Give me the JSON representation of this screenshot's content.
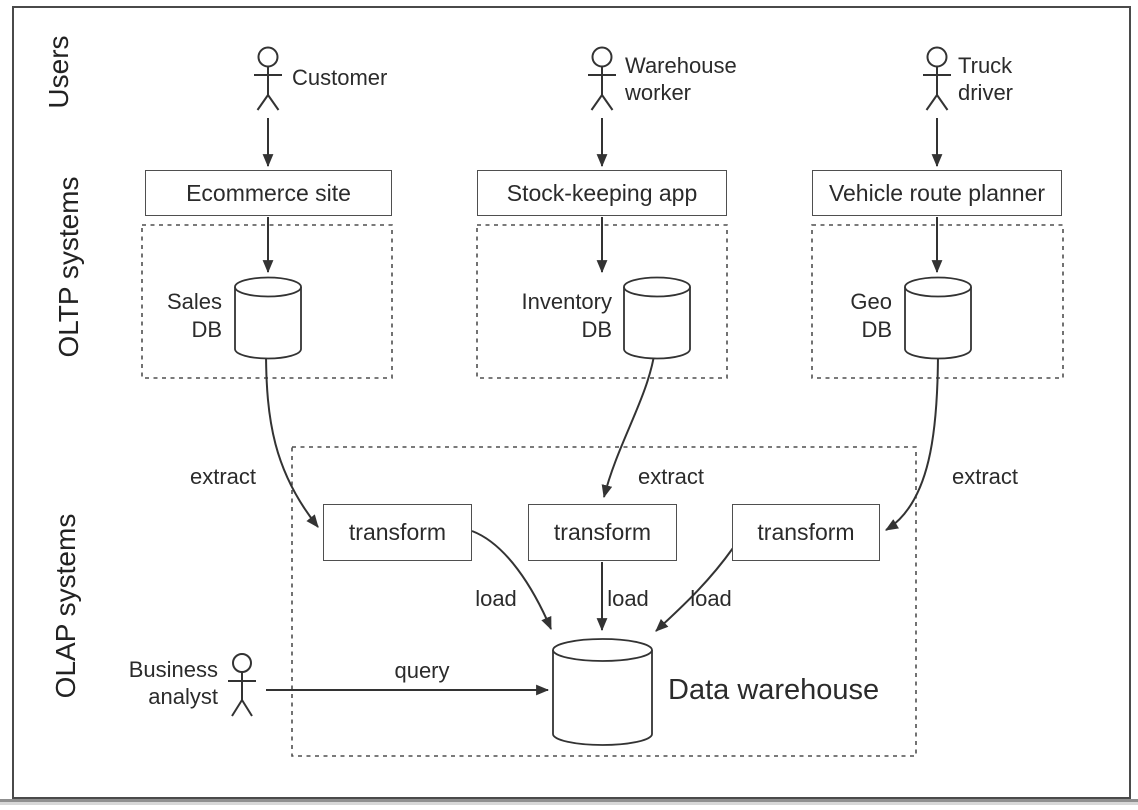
{
  "figure": {
    "ink_color": "#333333",
    "text_color": "#2b2b2b",
    "section_labels": {
      "users": "Users",
      "oltp": "OLTP systems",
      "olap": "OLAP systems"
    },
    "actors": {
      "customer": "Customer",
      "warehouse_worker": "Warehouse\nworker",
      "truck_driver": "Truck\ndriver",
      "business_analyst": "Business\nanalyst"
    },
    "systems": {
      "ecommerce": "Ecommerce site",
      "stock_keeping": "Stock-keeping app",
      "route_planner": "Vehicle route planner"
    },
    "databases": {
      "sales": "Sales\nDB",
      "inventory": "Inventory\nDB",
      "geo": "Geo\nDB"
    },
    "flows": {
      "extract": [
        "extract",
        "extract",
        "extract"
      ],
      "transform": [
        "transform",
        "transform",
        "transform"
      ],
      "load": [
        "load",
        "load",
        "load"
      ],
      "query": "query"
    },
    "warehouse": "Data warehouse"
  }
}
